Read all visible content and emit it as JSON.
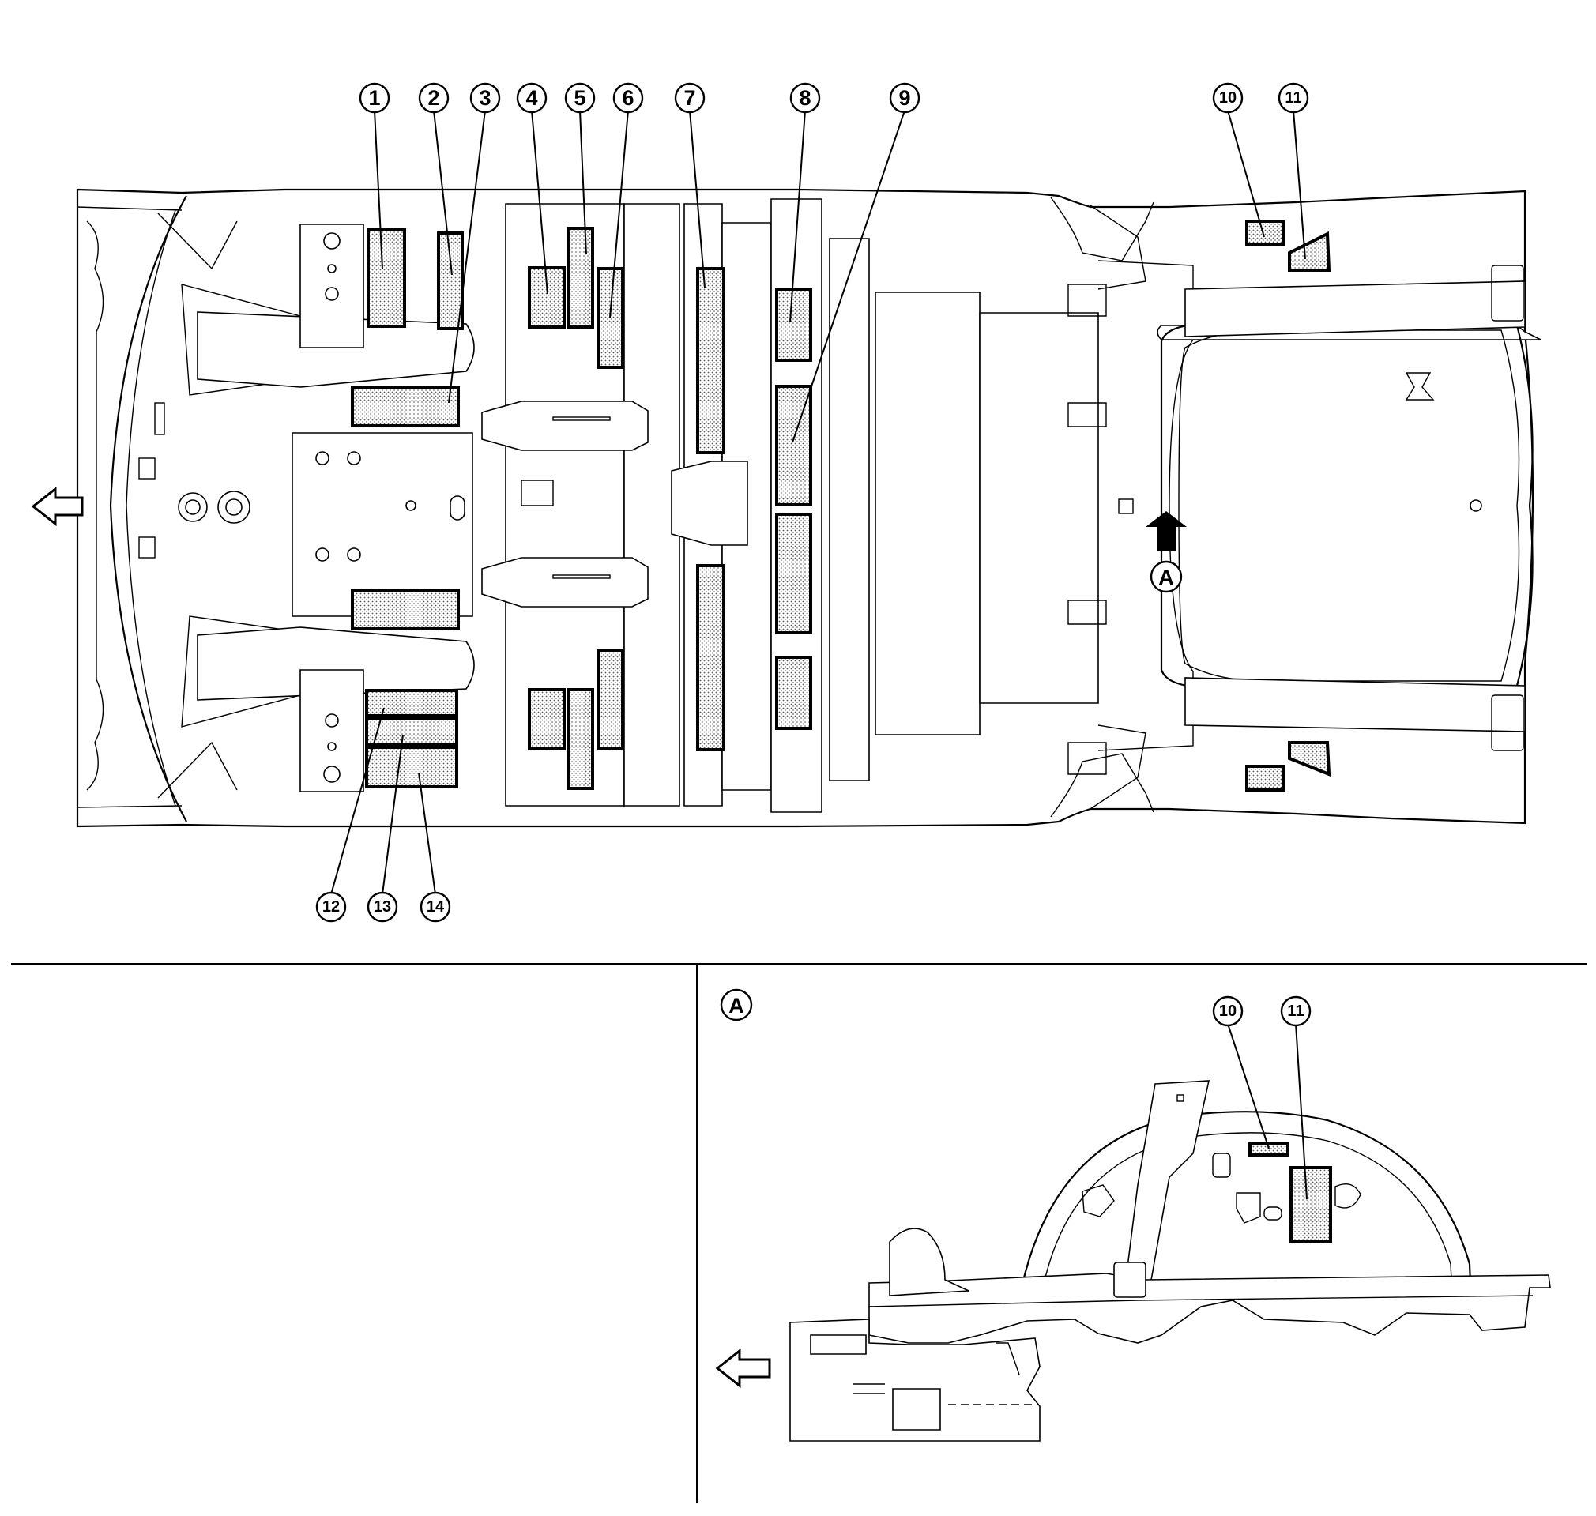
{
  "callouts": {
    "c1": "1",
    "c2": "2",
    "c3": "3",
    "c4": "4",
    "c5": "5",
    "c6": "6",
    "c7": "7",
    "c8": "8",
    "c9": "9",
    "c10": "10",
    "c11": "11",
    "c12": "12",
    "c13": "13",
    "c14": "14"
  },
  "view_marker": "A",
  "detail": {
    "label": "A",
    "c10": "10",
    "c11": "11"
  },
  "icons": [
    "front-direction-arrow-icon",
    "view-direction-arrow-icon"
  ],
  "colors": {
    "line": "#000000",
    "background": "#ffffff",
    "pad_fill": "stippled gray"
  }
}
